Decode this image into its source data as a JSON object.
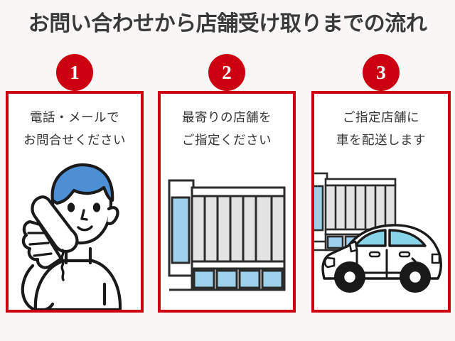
{
  "page": {
    "title": "お問い合わせから店舗受け取りまでの流れ",
    "background_color": "#f8f7f5",
    "accent_color": "#cc0011",
    "text_color": "#333333"
  },
  "steps": [
    {
      "badge": "1",
      "line1": "電話・メールで",
      "line2": "お問合せください",
      "illustration": "person-on-phone-illustration"
    },
    {
      "badge": "2",
      "line1": "最寄りの店舗を",
      "line2": "ご指定ください",
      "illustration": "dealership-building-illustration"
    },
    {
      "badge": "3",
      "line1": "ご指定店舗に",
      "line2": "車を配送します",
      "illustration": "car-at-dealership-illustration"
    }
  ]
}
